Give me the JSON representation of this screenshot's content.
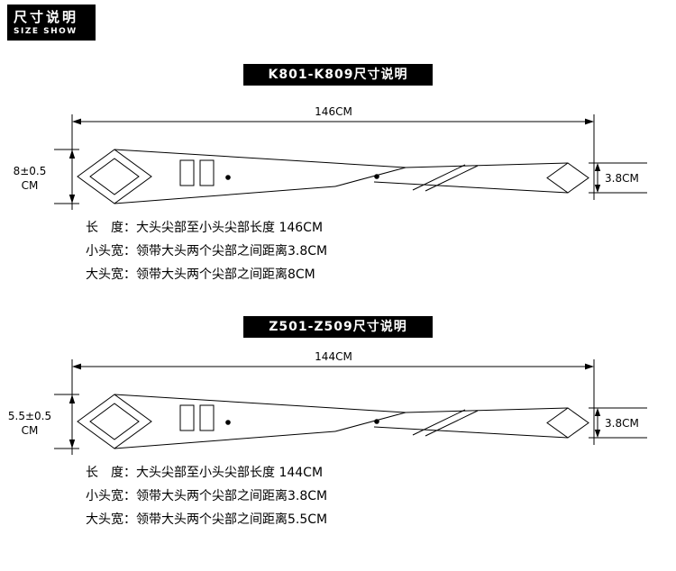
{
  "colors": {
    "ink": "#000000",
    "paper": "#ffffff"
  },
  "badge": {
    "title_cn": "尺寸说明",
    "title_en": "SIZE SHOW"
  },
  "sections": [
    {
      "title": "K801-K809尺寸说明",
      "length_label": "146CM",
      "big_width_value": "8±0.5",
      "big_width_unit": "CM",
      "small_width_label": "3.8CM",
      "notes": [
        "长　度：大头尖部至小头尖部长度 146CM",
        "小头宽：领带大头两个尖部之间距离3.8CM",
        "大头宽：领带大头两个尖部之间距离8CM"
      ]
    },
    {
      "title": "Z501-Z509尺寸说明",
      "length_label": "144CM",
      "big_width_value": "5.5±0.5",
      "big_width_unit": "CM",
      "small_width_label": "3.8CM",
      "notes": [
        "长　度：大头尖部至小头尖部长度 144CM",
        "小头宽：领带大头两个尖部之间距离3.8CM",
        "大头宽：领带大头两个尖部之间距离5.5CM"
      ]
    }
  ]
}
